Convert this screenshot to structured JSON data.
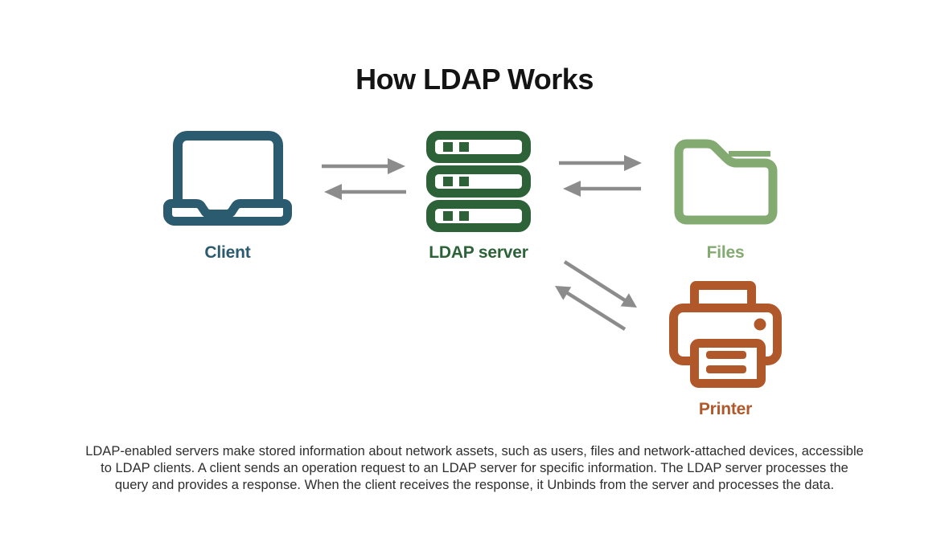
{
  "diagram": {
    "title": "How LDAP Works",
    "nodes": [
      {
        "id": "client",
        "label": "Client",
        "icon": "laptop-icon",
        "color": "#2a5b6e"
      },
      {
        "id": "ldap-server",
        "label": "LDAP server",
        "icon": "server-icon",
        "color": "#2d6239"
      },
      {
        "id": "files",
        "label": "Files",
        "icon": "folder-icon",
        "color": "#82aa71"
      },
      {
        "id": "printer",
        "label": "Printer",
        "icon": "printer-icon",
        "color": "#b1582b"
      }
    ],
    "connections": [
      {
        "from": "client",
        "to": "ldap-server",
        "bidirectional": true,
        "style": "horizontal-arrow-pair"
      },
      {
        "from": "ldap-server",
        "to": "files",
        "bidirectional": true,
        "style": "horizontal-arrow-pair"
      },
      {
        "from": "ldap-server",
        "to": "printer",
        "bidirectional": true,
        "style": "diagonal-arrow-pair"
      }
    ],
    "description_lines": [
      "LDAP-enabled servers make stored information about network assets, such as users, files and network-attached devices, accessible",
      "to LDAP clients. A client sends an operation request to an LDAP server for specific information. The LDAP server processes the",
      "query and provides a response. When the client receives the response, it Unbinds from the server and processes the data."
    ]
  },
  "colors": {
    "client": "#2a5b6e",
    "server": "#2d6239",
    "files": "#82aa71",
    "printer": "#b1582b",
    "arrow": "#8c8c8c",
    "title": "#141414",
    "body_text": "#2e2e2e",
    "background": "#ffffff"
  }
}
